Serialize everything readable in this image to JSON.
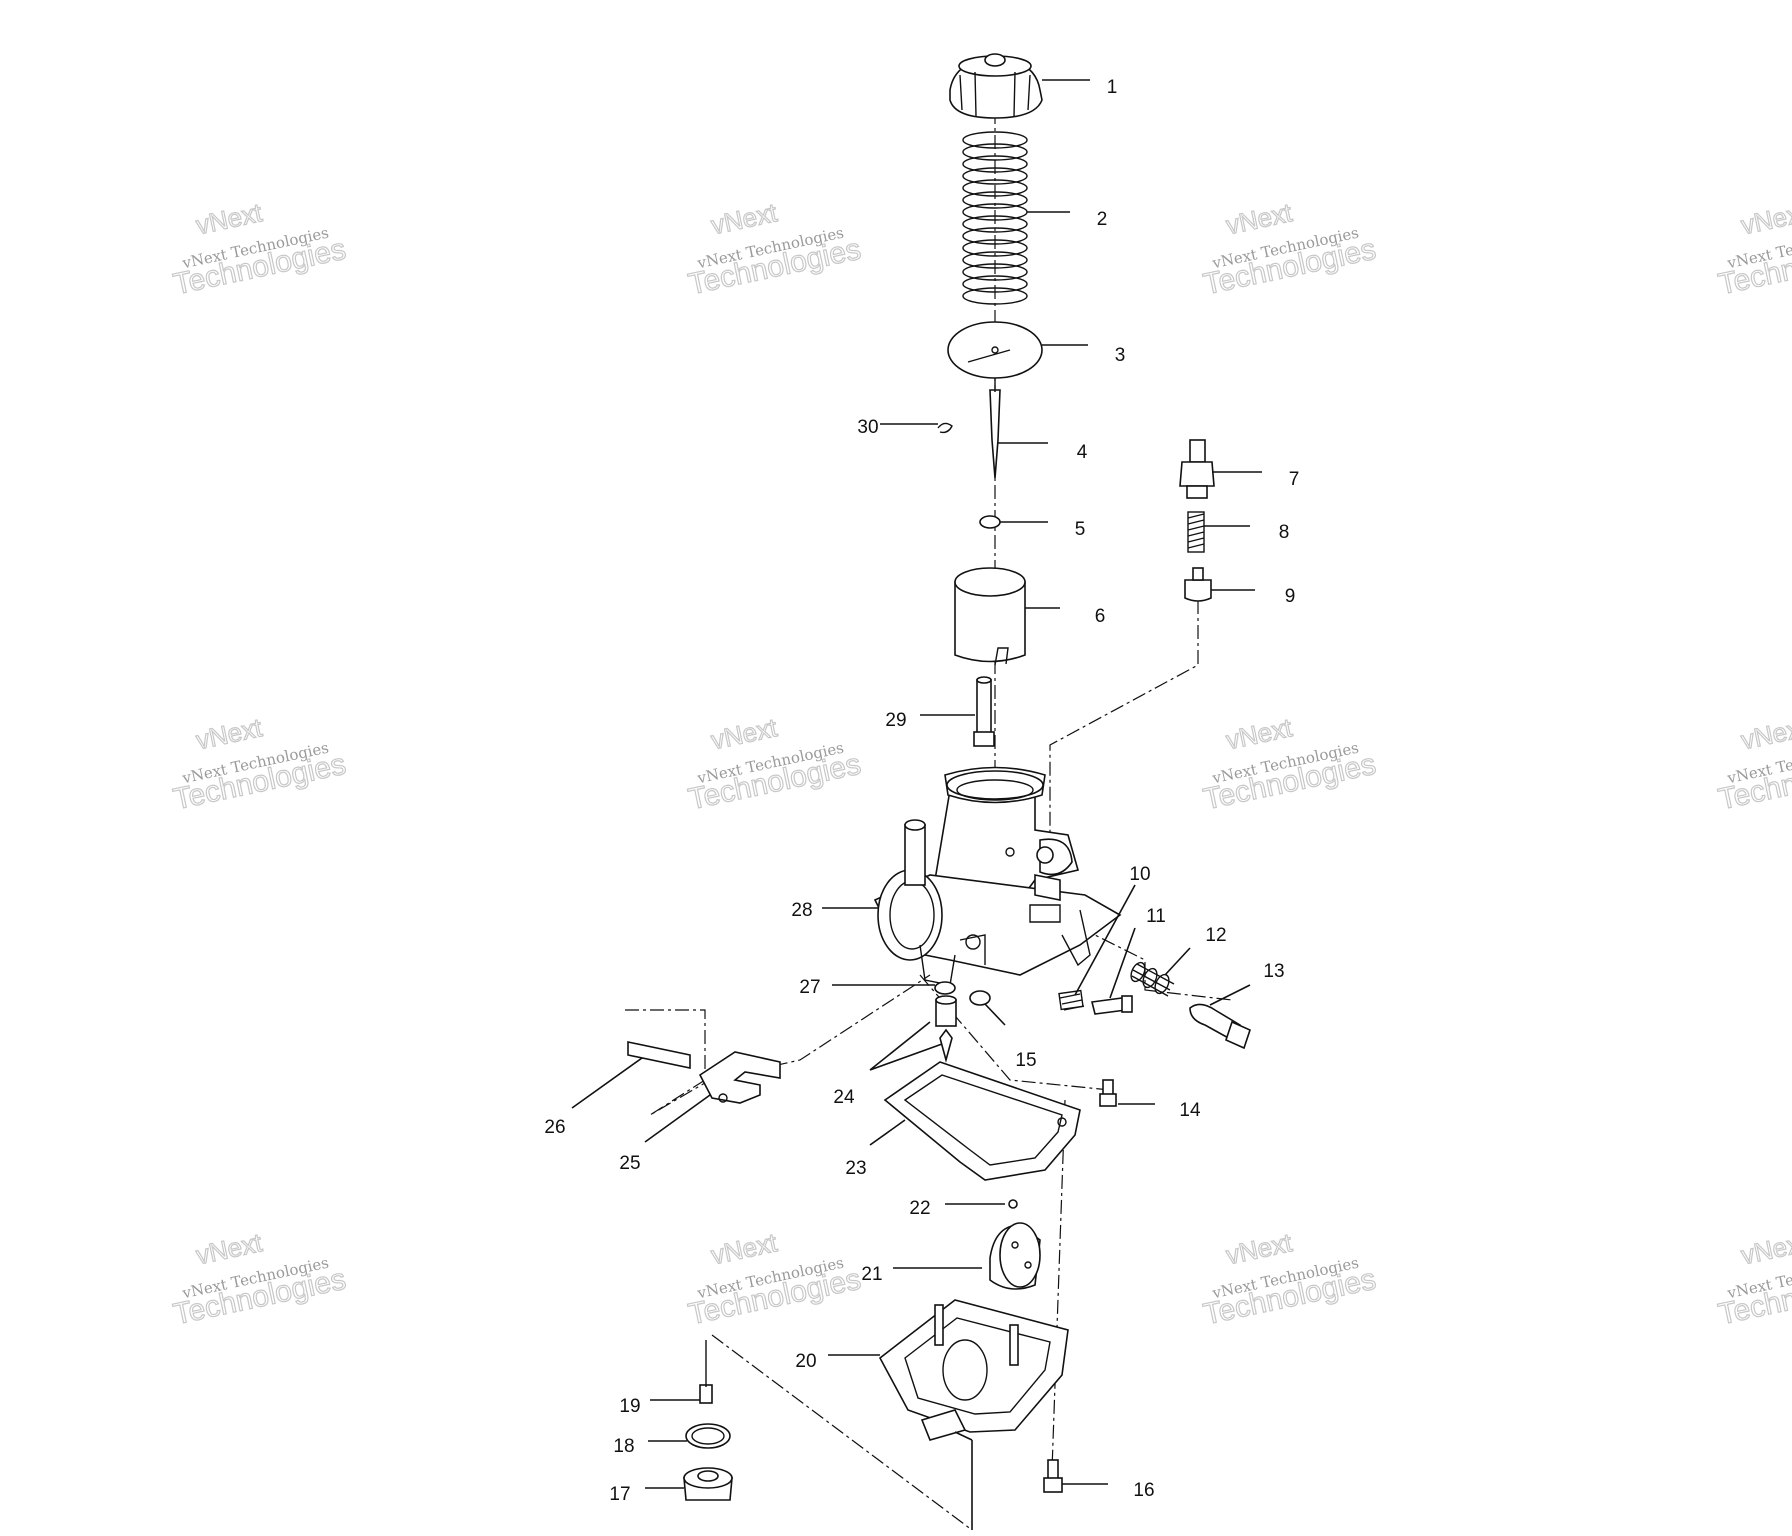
{
  "diagram": {
    "callouts": [
      "1",
      "2",
      "3",
      "4",
      "5",
      "6",
      "7",
      "8",
      "9",
      "10",
      "11",
      "12",
      "13",
      "14",
      "15",
      "16",
      "17",
      "18",
      "19",
      "20",
      "21",
      "22",
      "23",
      "24",
      "25",
      "26",
      "27",
      "28",
      "29",
      "30"
    ]
  },
  "watermark": {
    "line1": "vNext Technologies",
    "line2": "vNext",
    "line3": "Technologies"
  }
}
